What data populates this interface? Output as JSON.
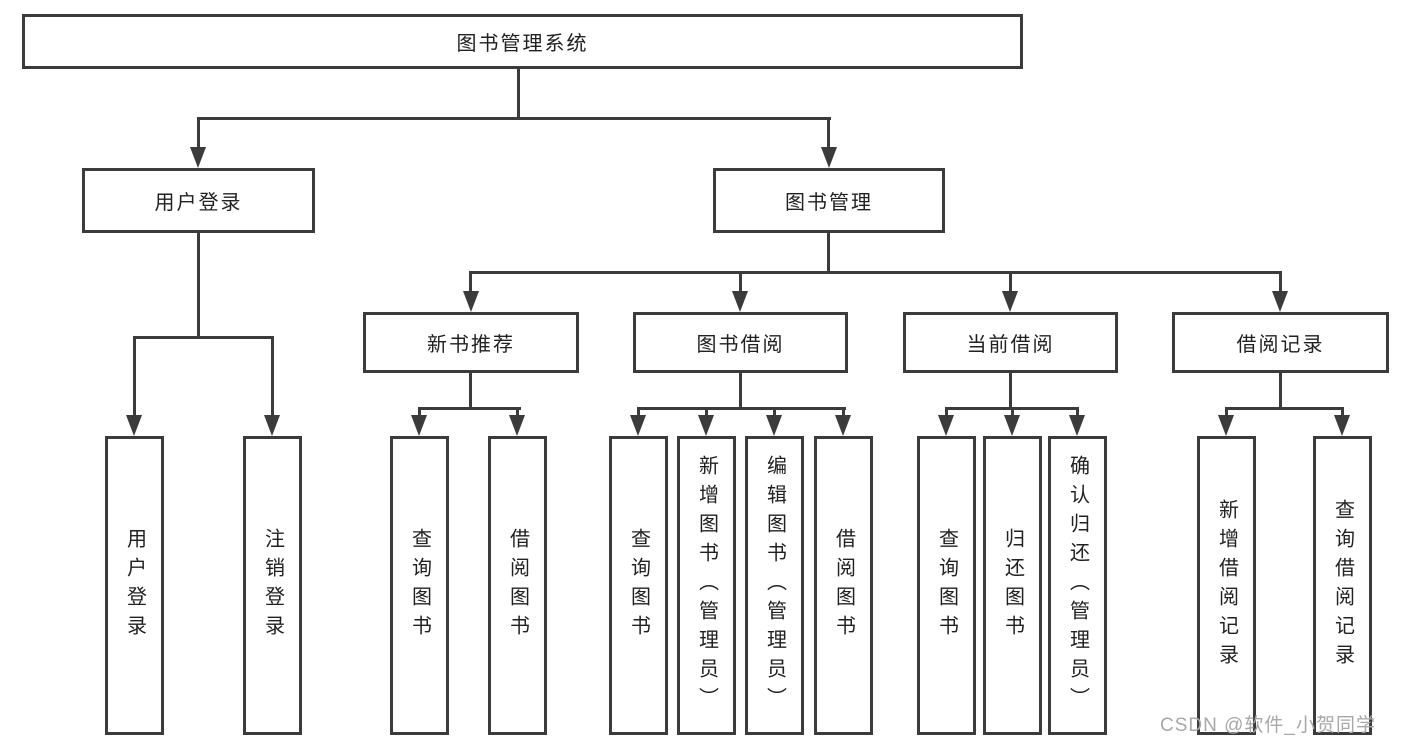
{
  "diagram": {
    "root": {
      "label": "图书管理系统"
    },
    "branches": [
      {
        "label": "用户登录",
        "children": [
          {
            "label": "用户登录"
          },
          {
            "label": "注销登录"
          }
        ]
      },
      {
        "label": "图书管理",
        "children": [
          {
            "label": "新书推荐",
            "children": [
              {
                "label": "查询图书"
              },
              {
                "label": "借阅图书"
              }
            ]
          },
          {
            "label": "图书借阅",
            "children": [
              {
                "label": "查询图书"
              },
              {
                "label": "新增图书（管理员）"
              },
              {
                "label": "编辑图书（管理员）"
              },
              {
                "label": "借阅图书"
              }
            ]
          },
          {
            "label": "当前借阅",
            "children": [
              {
                "label": "查询图书"
              },
              {
                "label": "归还图书"
              },
              {
                "label": "确认归还（管理员）"
              }
            ]
          },
          {
            "label": "借阅记录",
            "children": [
              {
                "label": "新增借阅记录"
              },
              {
                "label": "查询借阅记录"
              }
            ]
          }
        ]
      }
    ]
  },
  "watermark": {
    "text": "CSDN @软件_小贺同学"
  },
  "colors": {
    "line": "#3b3b3b",
    "text": "#212121",
    "watermark": "#a8a8a8",
    "background": "#ffffff"
  }
}
